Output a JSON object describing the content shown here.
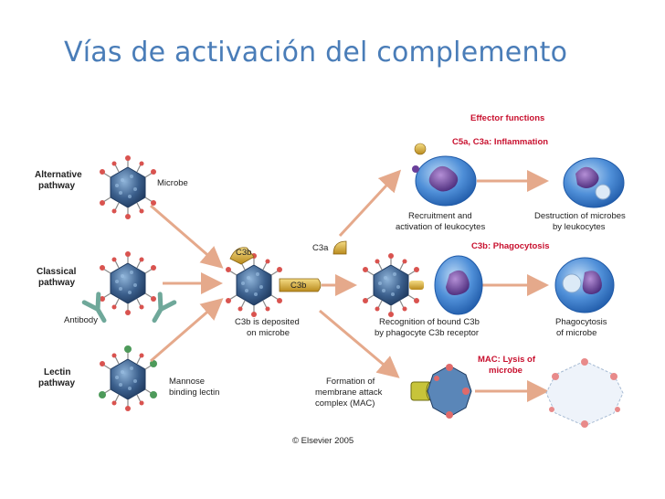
{
  "title": "Vías de activación del complemento",
  "pathways": {
    "alternative": [
      "Alternative",
      "pathway"
    ],
    "classical": [
      "Classical",
      "pathway"
    ],
    "lectin": [
      "Lectin",
      "pathway"
    ]
  },
  "labels": {
    "microbe": "Microbe",
    "antibody": "Antibody",
    "mannose": [
      "Mannose",
      "binding lectin"
    ],
    "c3b_tag_top": "C3b",
    "c3b_tag_mid": "C3b",
    "c3a": "C3a",
    "c3b_deposited": [
      "C3b is deposited",
      "on microbe"
    ],
    "recruitment": [
      "Recruitment and",
      "activation of leukocytes"
    ],
    "destruction": [
      "Destruction of microbes",
      "by leukocytes"
    ],
    "recognition": [
      "Recognition of bound C3b",
      "by phagocyte C3b receptor"
    ],
    "phagocytosis_of": [
      "Phagocytosis",
      "of microbe"
    ],
    "formation": [
      "Formation of",
      "membrane attack",
      "complex (MAC)"
    ],
    "copyright": "© Elsevier 2005"
  },
  "effector": {
    "heading": "Effector functions",
    "inflammation": "C5a, C3a: Inflammation",
    "phagocytosis": "C3b: Phagocytosis",
    "mac": [
      "MAC: Lysis of",
      "microbe"
    ]
  },
  "colors": {
    "title": "#4a7db8",
    "effector_red": "#c8102e",
    "microbe_blue": "#3b5f8c",
    "spike_red": "#d9534f",
    "c3b_gold": "#e0b43a",
    "arrow": "#e8b49a",
    "cell_blue": "#3f7fcf",
    "nucleus_purple": "#6a3f9a",
    "antibody_green": "#6fa89a",
    "lectin_green": "#4d9a5a"
  }
}
